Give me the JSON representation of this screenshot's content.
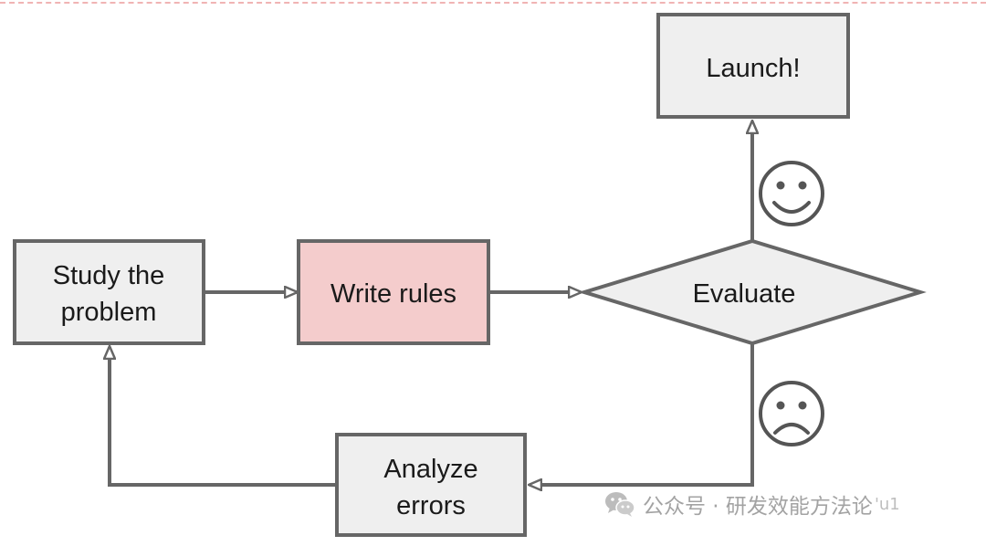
{
  "diagram": {
    "nodes": {
      "study": {
        "line1": "Study the",
        "line2": "problem",
        "shape": "rectangle",
        "fill": "#efefef"
      },
      "write": {
        "label": "Write rules",
        "shape": "rectangle",
        "fill": "#f4cccc"
      },
      "evaluate": {
        "label": "Evaluate",
        "shape": "diamond",
        "fill": "#efefef"
      },
      "launch": {
        "label": "Launch!",
        "shape": "rectangle",
        "fill": "#efefef"
      },
      "analyze": {
        "line1": "Analyze",
        "line2": "errors",
        "shape": "rectangle",
        "fill": "#efefef"
      }
    },
    "edges": [
      {
        "from": "study",
        "to": "write"
      },
      {
        "from": "write",
        "to": "evaluate"
      },
      {
        "from": "evaluate",
        "to": "launch",
        "icon": "smiley-happy-icon"
      },
      {
        "from": "evaluate",
        "to": "analyze",
        "icon": "smiley-sad-icon"
      },
      {
        "from": "analyze",
        "to": "study"
      }
    ],
    "colors": {
      "stroke": "#666666",
      "icon": "#555555"
    }
  },
  "watermark": {
    "icon": "wechat-icon",
    "text": "公众号 · 研发效能方法论",
    "suffix": "'u1"
  }
}
